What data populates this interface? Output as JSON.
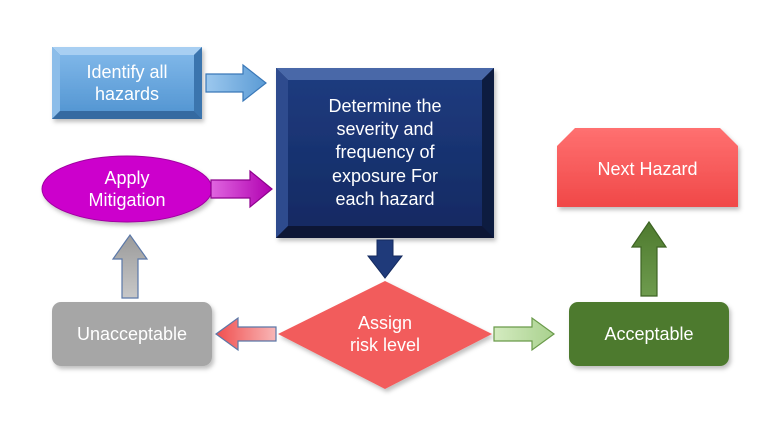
{
  "diagram": {
    "nodes": {
      "identify": {
        "line1": "Identify all",
        "line2": "hazards",
        "color": "#5B9BD5"
      },
      "determine": {
        "line1": "Determine the",
        "line2": "severity and",
        "line3": "frequency of",
        "line4": "exposure For",
        "line5": "each hazard",
        "color": "#1F3A7A"
      },
      "mitigation": {
        "line1": "Apply",
        "line2": "Mitigation",
        "color": "#CC00CC"
      },
      "next_hazard": {
        "line1": "Next Hazard",
        "color": "#FF5B5B"
      },
      "assign": {
        "line1": "Assign",
        "line2": "risk level",
        "color": "#F25C5C"
      },
      "unacceptable": {
        "line1": "Unacceptable",
        "color": "#A6A6A6"
      },
      "acceptable": {
        "line1": "Acceptable",
        "color": "#4E7A2E"
      }
    },
    "edges": [
      {
        "from": "identify",
        "to": "determine"
      },
      {
        "from": "mitigation",
        "to": "determine"
      },
      {
        "from": "determine",
        "to": "assign"
      },
      {
        "from": "assign",
        "to": "unacceptable"
      },
      {
        "from": "assign",
        "to": "acceptable"
      },
      {
        "from": "unacceptable",
        "to": "mitigation"
      },
      {
        "from": "acceptable",
        "to": "next_hazard"
      }
    ]
  }
}
